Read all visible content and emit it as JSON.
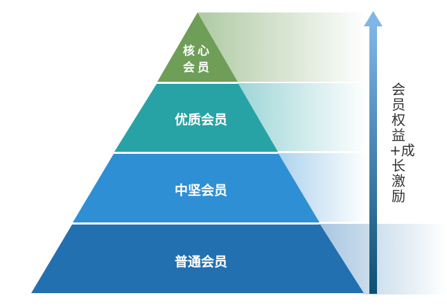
{
  "pyramid": {
    "tiers": [
      {
        "label": "核心会员",
        "color": "#6e9e58"
      },
      {
        "label": "优质会员",
        "color": "#27a3a6"
      },
      {
        "label": "中坚会员",
        "color": "#2f8fd4"
      },
      {
        "label": "普通会员",
        "color": "#2370b0"
      }
    ]
  },
  "arrow": {
    "label": "会员权益+成长激励",
    "color_top": "#7fb6e6",
    "color_bottom": "#0d4f72"
  }
}
